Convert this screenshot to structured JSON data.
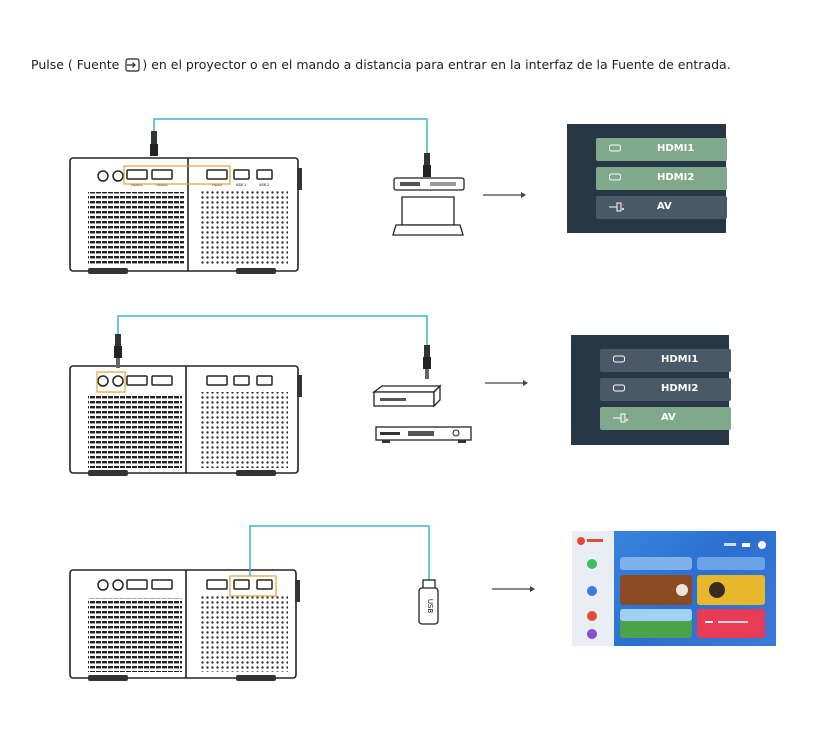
{
  "instruction": {
    "before_icon": "Pulse ( Fuente",
    "after_icon": ") en el proyector o en el mando a distancia para entrar en la interfaz de la Fuente de entrada.",
    "icon": "input-source-icon"
  },
  "projector_ports": {
    "hdmi_left1": "HDMI1",
    "hdmi_left2": "HDMI2",
    "hdmi_right": "HDMI",
    "usb1": "USB 1",
    "usb2": "USB 2"
  },
  "devices": {
    "usb_stick_label": "USB"
  },
  "menu1": {
    "items": [
      {
        "label": "HDMI1",
        "icon": "hdmi-icon",
        "selected": true
      },
      {
        "label": "HDMI2",
        "icon": "hdmi-icon",
        "selected": true
      },
      {
        "label": "AV",
        "icon": "av-icon",
        "selected": false
      }
    ]
  },
  "menu2": {
    "items": [
      {
        "label": "HDMI1",
        "icon": "hdmi-icon",
        "selected": false
      },
      {
        "label": "HDMI2",
        "icon": "hdmi-icon",
        "selected": false
      },
      {
        "label": "AV",
        "icon": "av-icon",
        "selected": true
      }
    ]
  },
  "colors": {
    "cable": "#3fb6cf",
    "highlight": "#e0a23a",
    "menu_bg": "#283746",
    "menu_item": "#4a5967",
    "menu_selected": "#7fa98a"
  }
}
